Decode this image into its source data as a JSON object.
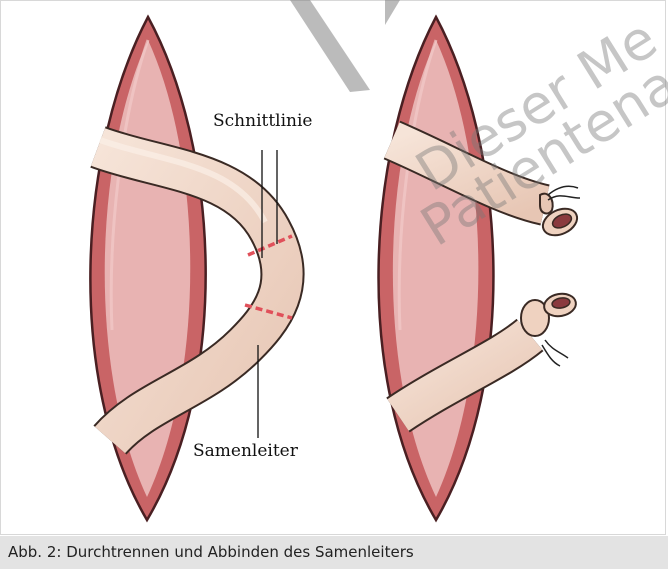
{
  "figure": {
    "label_cut_line": "Schnittlinie",
    "label_vas_deferens": "Samenleiter",
    "caption": "Abb. 2: Durchtrennen und Abbinden des Samenleiters",
    "watermark_line1": "Dieser Me",
    "watermark_line2": "Patientenauf"
  },
  "colors": {
    "tissue_outer": "#c96466",
    "tissue_inner": "#e8b3b2",
    "vas": "#f0d7c8",
    "cut_line": "#e0505a",
    "caption_bg": "#e3e3e3"
  }
}
